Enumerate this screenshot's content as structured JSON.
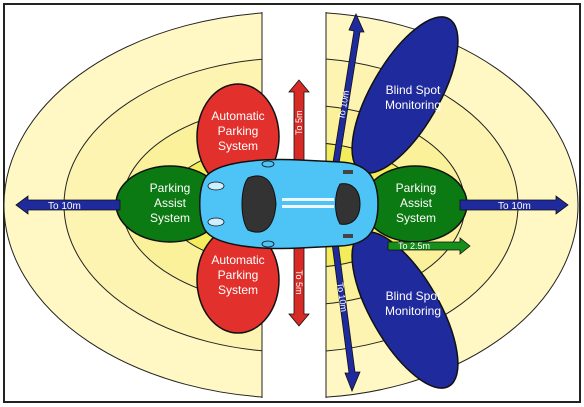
{
  "diagram": {
    "zones": {
      "parking_assist_left": [
        "Parking",
        "Assist",
        "System"
      ],
      "parking_assist_right": [
        "Parking",
        "Assist",
        "System"
      ],
      "auto_parking_top": [
        "Automatic",
        "Parking",
        "System"
      ],
      "auto_parking_bottom": [
        "Automatic",
        "Parking",
        "System"
      ],
      "blind_spot_top": [
        "Blind Spot",
        "Monitoring"
      ],
      "blind_spot_bottom": [
        "Blind Spot",
        "Monitoring"
      ]
    },
    "ranges": {
      "left_arrow": "To 10m",
      "right_arrow": "To 10m",
      "up_arrow": "To 5m",
      "down_arrow": "To 5m",
      "diag_top_arrow": "To 10m",
      "diag_bottom_arrow": "To 10m",
      "short_green_arrow": "To 2.5m"
    },
    "colors": {
      "outer_ring": "#fff8c4",
      "middle_ring": "#fbf3a5",
      "inner_ring": "#f5ef6a",
      "parking_assist": "#0c7a12",
      "auto_parking": "#e2312c",
      "blind_spot": "#1f2a9c",
      "car": "#4ec3f5",
      "arrow_blue": "#1f2a9c",
      "arrow_red": "#d92b26",
      "arrow_green": "#17901b"
    }
  }
}
